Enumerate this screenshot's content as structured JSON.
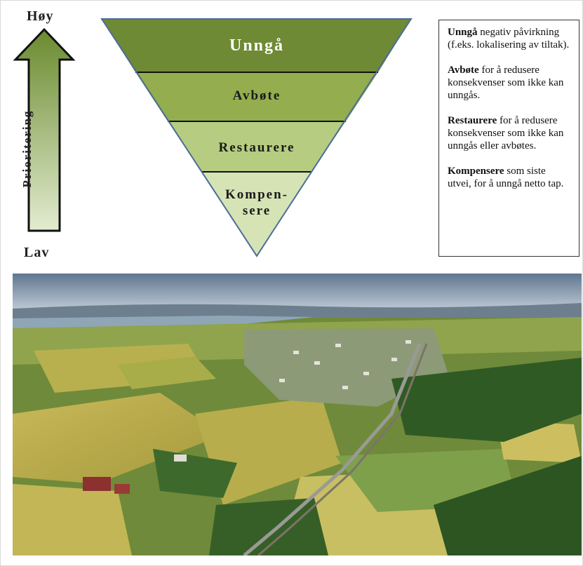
{
  "arrow": {
    "top_label": "Høy",
    "bottom_label": "Lav",
    "label": "Prioritering"
  },
  "pyramid": {
    "levels": [
      {
        "label": "Unngå"
      },
      {
        "label": "Avbøte"
      },
      {
        "label": "Restaurere"
      },
      {
        "label_line1": "Kompen-",
        "label_line2": "sere"
      }
    ]
  },
  "notes": [
    {
      "term": "Unngå",
      "text": " negativ påvirkning (f.eks. lokalisering av tiltak)."
    },
    {
      "term": "Avbøte",
      "text": " for å redusere konsekvenser som ikke kan unngås."
    },
    {
      "term": "Restaurere",
      "text": " for å redusere konsekvenser som ikke kan unngås eller avbøtes."
    },
    {
      "term": "Kompensere",
      "text": " som siste utvei, for å unngå netto tap."
    }
  ],
  "colors": {
    "level1": "#6e8a35",
    "level2": "#93ad4f",
    "level3": "#b6cc80",
    "level4": "#d6e3b5",
    "arrow_top": "#6a8a2e",
    "arrow_bottom": "#e2ecd0",
    "outline": "#4a6d9a"
  }
}
